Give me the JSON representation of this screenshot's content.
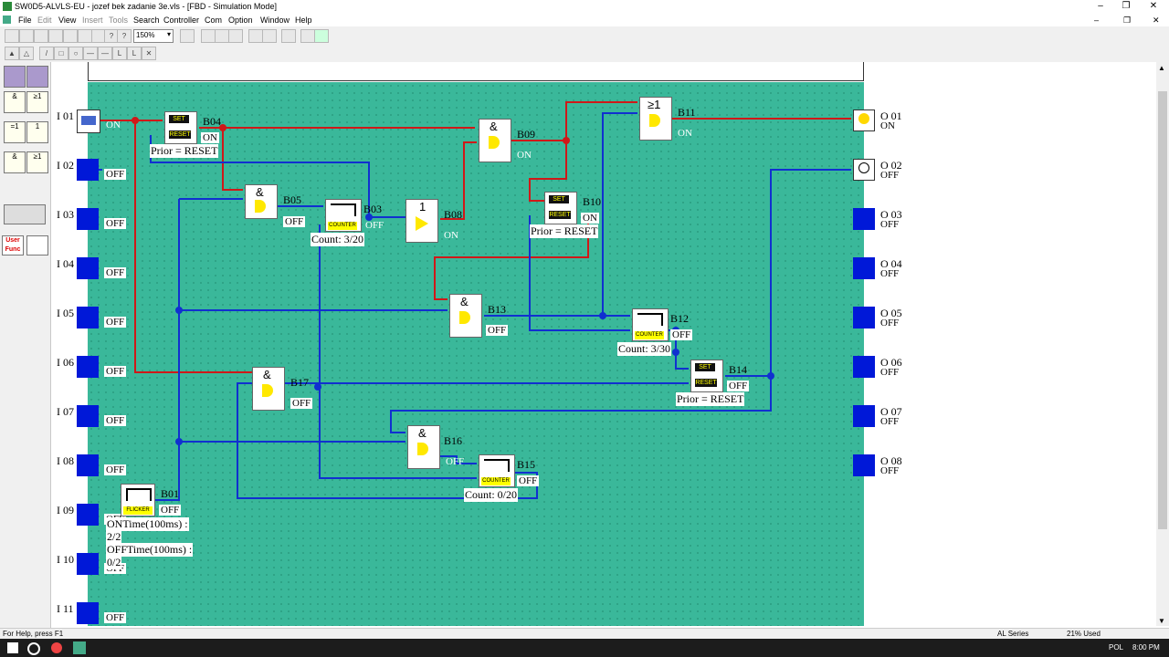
{
  "window": {
    "title": "SW0D5-ALVLS-EU - jozef bek zadanie 3e.vls - [FBD - Simulation Mode]"
  },
  "menu": [
    "File",
    "Edit",
    "View",
    "Insert",
    "Tools",
    "Search",
    "Controller",
    "Com",
    "Option",
    "Window",
    "Help"
  ],
  "toolbar": {
    "zoom": "150%"
  },
  "palette": {
    "user_func": "User Func"
  },
  "inputs": [
    {
      "label": "I 01",
      "state": "ON"
    },
    {
      "label": "I 02",
      "state": "OFF"
    },
    {
      "label": "I 03",
      "state": "OFF"
    },
    {
      "label": "I 04",
      "state": "OFF"
    },
    {
      "label": "I 05",
      "state": "OFF"
    },
    {
      "label": "I 06",
      "state": "OFF"
    },
    {
      "label": "I 07",
      "state": "OFF"
    },
    {
      "label": "I 08",
      "state": "OFF"
    },
    {
      "label": "I 09",
      "state": "OFF"
    },
    {
      "label": "I 10",
      "state": "OFF"
    },
    {
      "label": "I 11",
      "state": "OFF"
    }
  ],
  "outputs": [
    {
      "label": "O 01",
      "state": "ON"
    },
    {
      "label": "O 02",
      "state": "OFF"
    },
    {
      "label": "O 03",
      "state": "OFF"
    },
    {
      "label": "O 04",
      "state": "OFF"
    },
    {
      "label": "O 05",
      "state": "OFF"
    },
    {
      "label": "O 06",
      "state": "OFF"
    },
    {
      "label": "O 07",
      "state": "OFF"
    },
    {
      "label": "O 08",
      "state": "OFF"
    }
  ],
  "blocks": {
    "B01": {
      "id": "B01",
      "type": "FLICKER",
      "state": "OFF",
      "note1": "ONTime(100ms) :",
      "note2": "2/2",
      "note3": "OFFTime(100ms) :",
      "note4": "0/2"
    },
    "B03": {
      "id": "B03",
      "type": "COUNTER",
      "state": "OFF",
      "note": "Count: 3/20"
    },
    "B04": {
      "id": "B04",
      "type": "SET/RESET",
      "state": "ON",
      "note": "Prior = RESET"
    },
    "B05": {
      "id": "B05",
      "type": "AND",
      "state": "OFF"
    },
    "B08": {
      "id": "B08",
      "type": "NOT",
      "state": "ON"
    },
    "B09": {
      "id": "B09",
      "type": "AND",
      "state": "ON"
    },
    "B10": {
      "id": "B10",
      "type": "SET/RESET",
      "state": "ON",
      "note": "Prior = RESET"
    },
    "B11": {
      "id": "B11",
      "type": "OR",
      "state": "ON"
    },
    "B12": {
      "id": "B12",
      "type": "COUNTER",
      "state": "OFF",
      "note": "Count: 3/30"
    },
    "B13": {
      "id": "B13",
      "type": "AND",
      "state": "OFF"
    },
    "B14": {
      "id": "B14",
      "type": "SET/RESET",
      "state": "OFF",
      "note": "Prior = RESET"
    },
    "B15": {
      "id": "B15",
      "type": "COUNTER",
      "state": "OFF",
      "note": "Count: 0/20"
    },
    "B16": {
      "id": "B16",
      "type": "AND",
      "state": "OFF"
    },
    "B17": {
      "id": "B17",
      "type": "AND",
      "state": "OFF"
    }
  },
  "status": {
    "help": "For Help, press F1",
    "series": "AL Series",
    "used": "21% Used"
  },
  "taskbar": {
    "lang": "POL",
    "time": "8:00 PM"
  },
  "colors": {
    "canvas": "#3ab89a",
    "wire_on": "#d01818",
    "wire_off": "#1030d0",
    "io_block": "#0018d8"
  }
}
